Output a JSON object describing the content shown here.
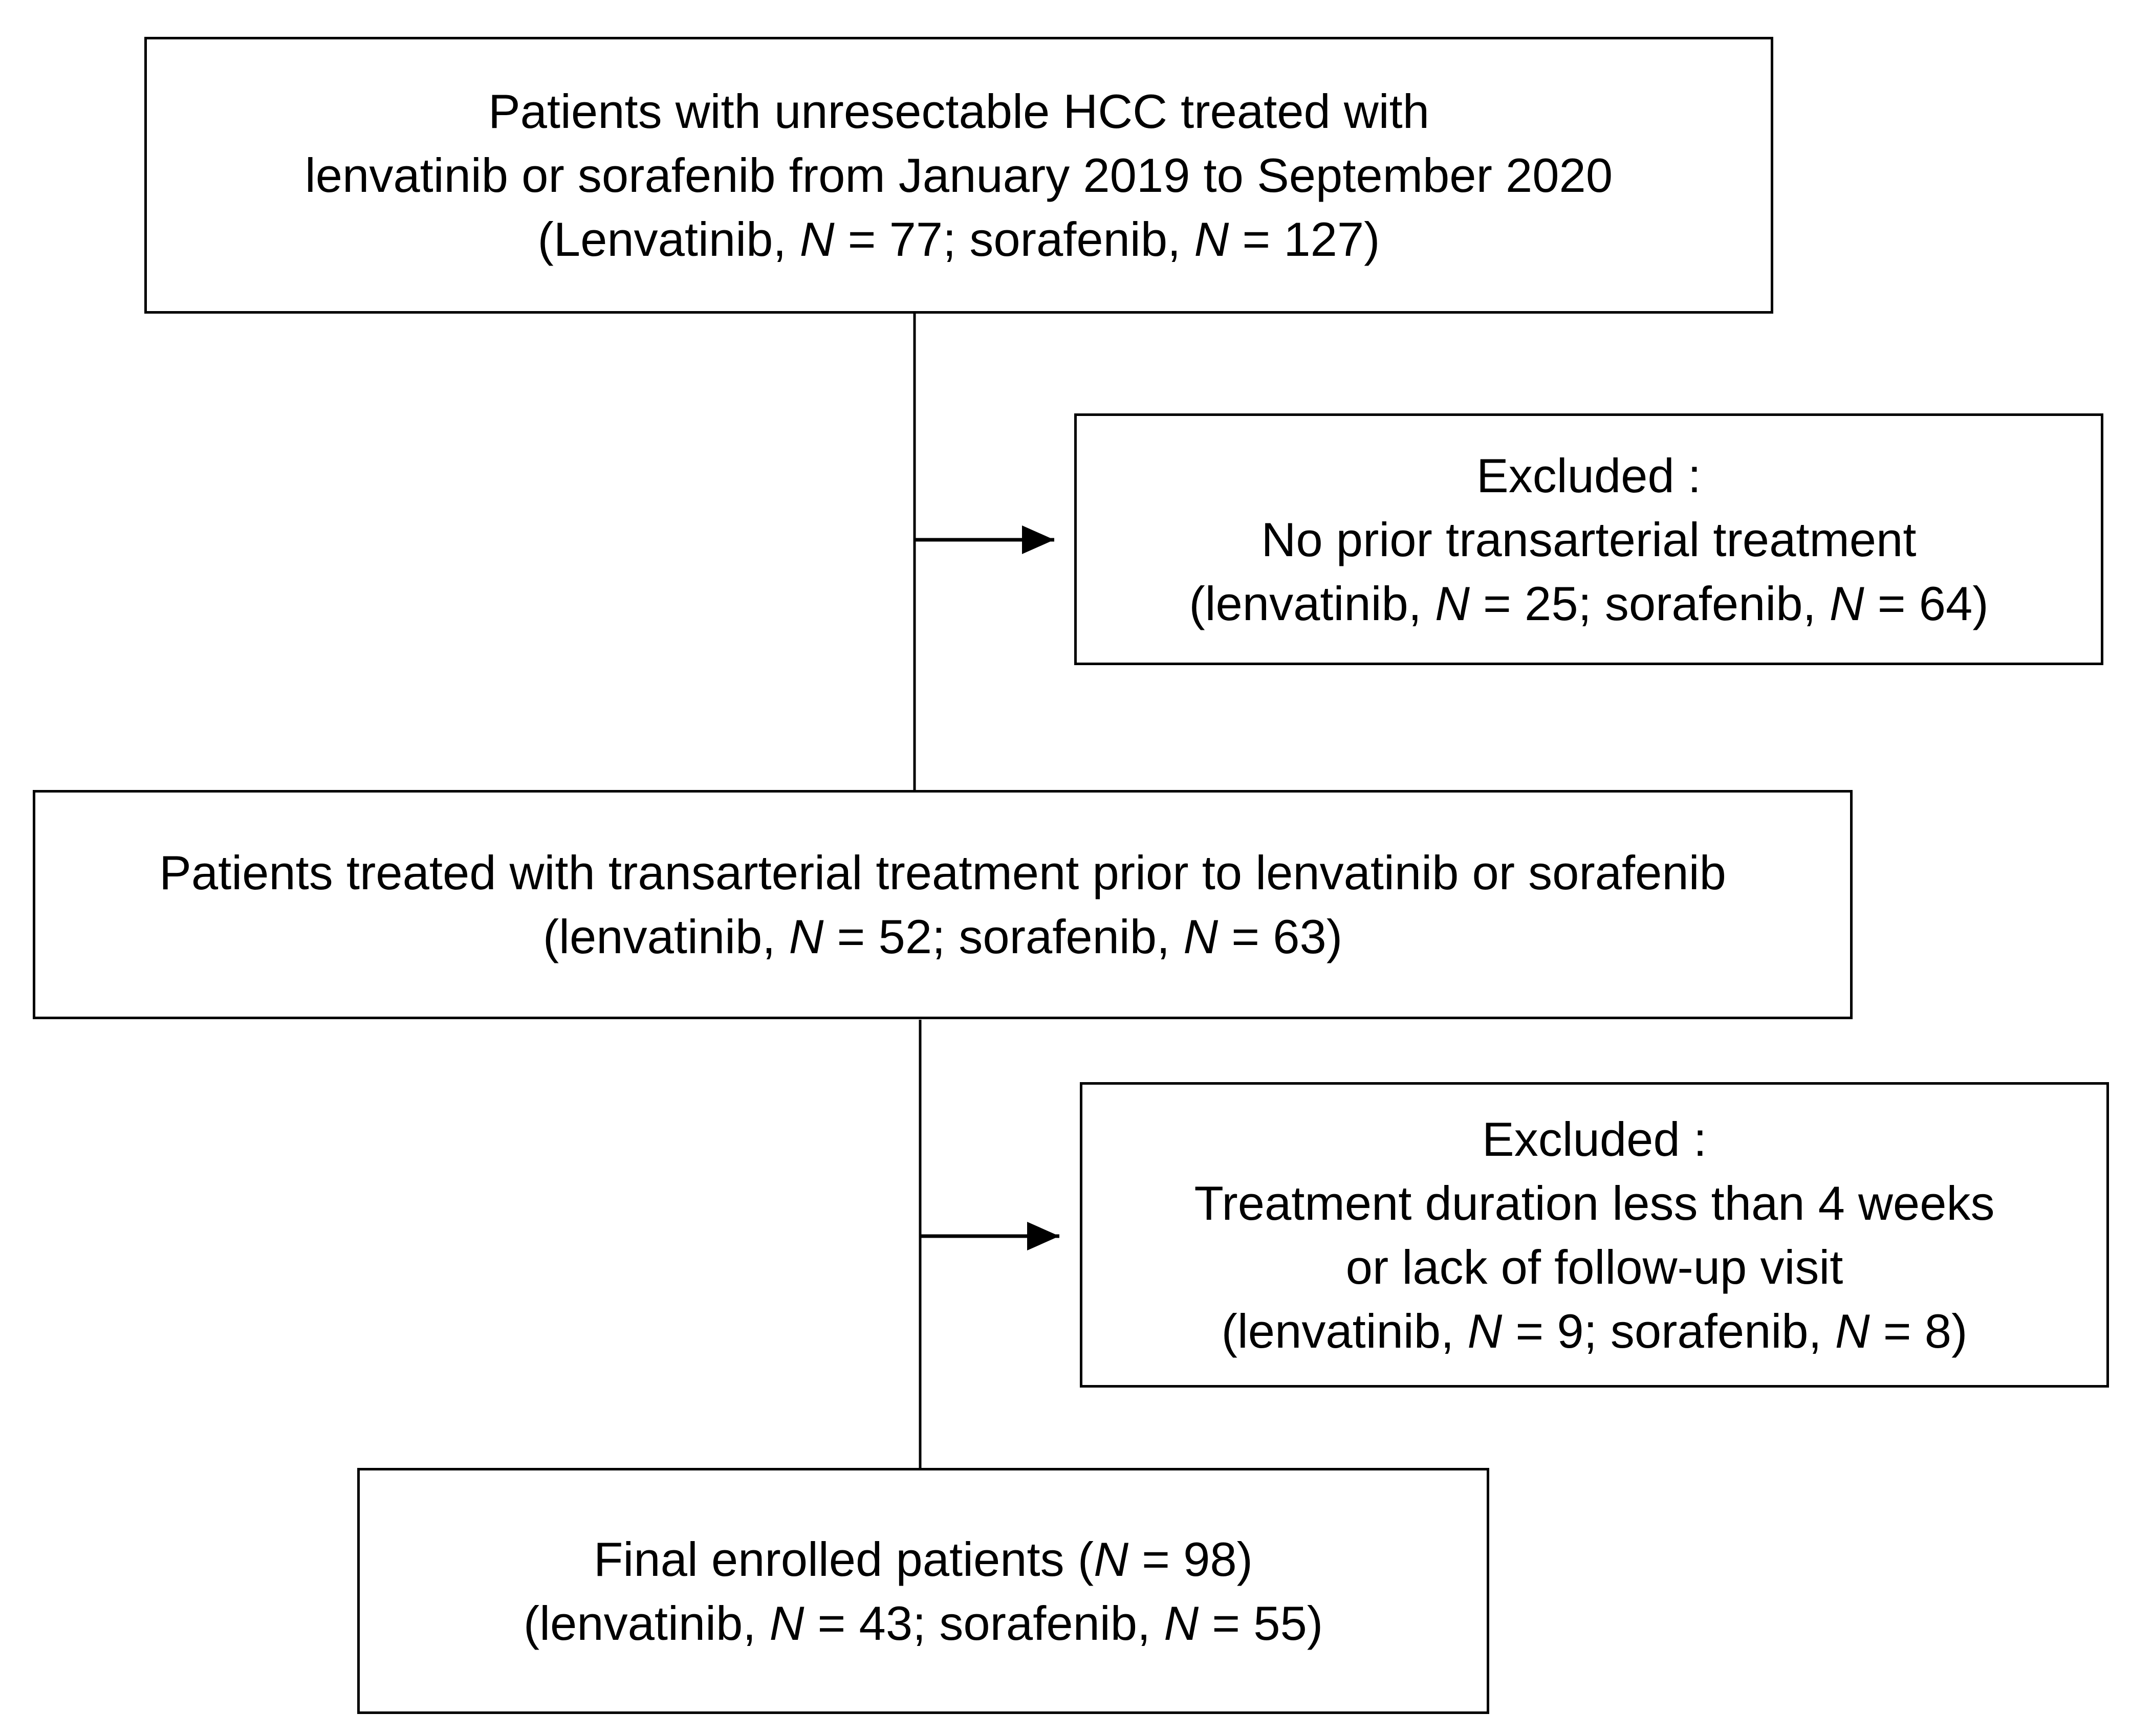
{
  "flowchart": {
    "box1": {
      "lines": [
        "Patients with unresectable HCC treated with",
        "lenvatinib or sorafenib from January 2019 to September 2020"
      ],
      "counts": {
        "prefix": "(Lenvatinib, ",
        "n1_label": "N",
        "n1": " = 77; sorafenib, ",
        "n2_label": "N",
        "n2": " = 127)"
      }
    },
    "exclusion1": {
      "lines": [
        "Excluded :",
        "No prior transarterial treatment"
      ],
      "counts": {
        "prefix": "(lenvatinib, ",
        "n1_label": "N",
        "n1": " = 25; sorafenib, ",
        "n2_label": "N",
        "n2": " = 64)"
      }
    },
    "box2": {
      "lines": [
        "Patients treated with transarterial treatment prior to lenvatinib or sorafenib"
      ],
      "counts": {
        "prefix": "(lenvatinib, ",
        "n1_label": "N",
        "n1": " = 52; sorafenib, ",
        "n2_label": "N",
        "n2": " = 63)"
      }
    },
    "exclusion2": {
      "lines": [
        "Excluded :",
        "Treatment duration less than 4 weeks",
        "or lack of follow-up visit"
      ],
      "counts": {
        "prefix": "(lenvatinib, ",
        "n1_label": "N",
        "n1": " = 9; sorafenib, ",
        "n2_label": "N",
        "n2": " = 8)"
      }
    },
    "box3": {
      "title": {
        "prefix": "Final enrolled patients (",
        "n_label": "N",
        "n": " = 98)"
      },
      "counts": {
        "prefix": "(lenvatinib, ",
        "n1_label": "N",
        "n1": " = 43; sorafenib, ",
        "n2_label": "N",
        "n2": " = 55)"
      }
    }
  }
}
